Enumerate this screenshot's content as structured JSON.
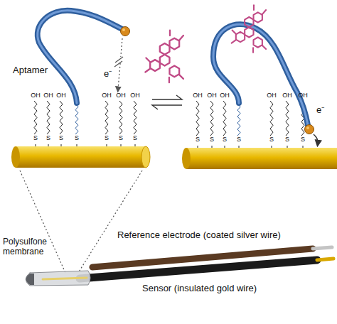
{
  "diagram": {
    "labels": [
      "Aptamer",
      "e⁻",
      "e⁻",
      "Polysulfone membrane",
      "Reference electrode (coated silver wire)",
      "Sensor (insulated gold wire)",
      "OH",
      "OH",
      "OH",
      "OH",
      "OH",
      "OH",
      "OH",
      "OH",
      "OH",
      "OH",
      "OH",
      "OH",
      "S",
      "S",
      "S",
      "S",
      "S",
      "S",
      "S",
      "S",
      "S",
      "S",
      "S",
      "S",
      "S",
      "S"
    ]
  }
}
